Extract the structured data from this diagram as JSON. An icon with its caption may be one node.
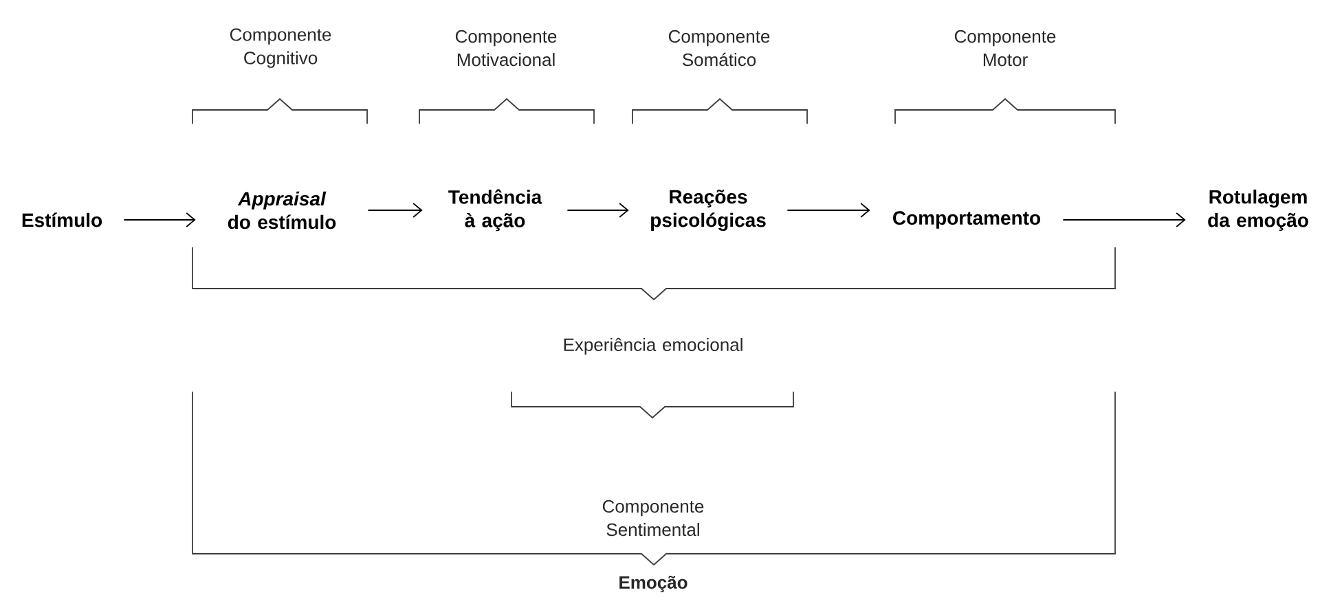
{
  "diagram": {
    "nodes": [
      {
        "text": [
          "Estímulo"
        ]
      },
      {
        "text": [
          "*Appraisal* do estímulo"
        ]
      },
      {
        "text": [
          "Tendência à ação"
        ]
      },
      {
        "text": [
          "Reações psicológicas"
        ]
      },
      {
        "text": [
          "Comportamento"
        ]
      },
      {
        "text": [
          "Rotulagem da emoção"
        ]
      }
    ],
    "edges": [
      {
        "from": 0,
        "to": 1,
        "arrow": "to"
      },
      {
        "from": 1,
        "to": 2,
        "arrow": "to"
      },
      {
        "from": 2,
        "to": 3,
        "arrow": "to"
      },
      {
        "from": 3,
        "to": 4,
        "arrow": "to"
      },
      {
        "from": 4,
        "to": 5,
        "arrow": "to"
      }
    ],
    "labels": [
      "Componente Cognitivo",
      "Componente Motivacional",
      "Componente Somático",
      "Componente Motor",
      "Experiência emocional",
      "Componente Sentimental",
      "Emoção"
    ]
  }
}
